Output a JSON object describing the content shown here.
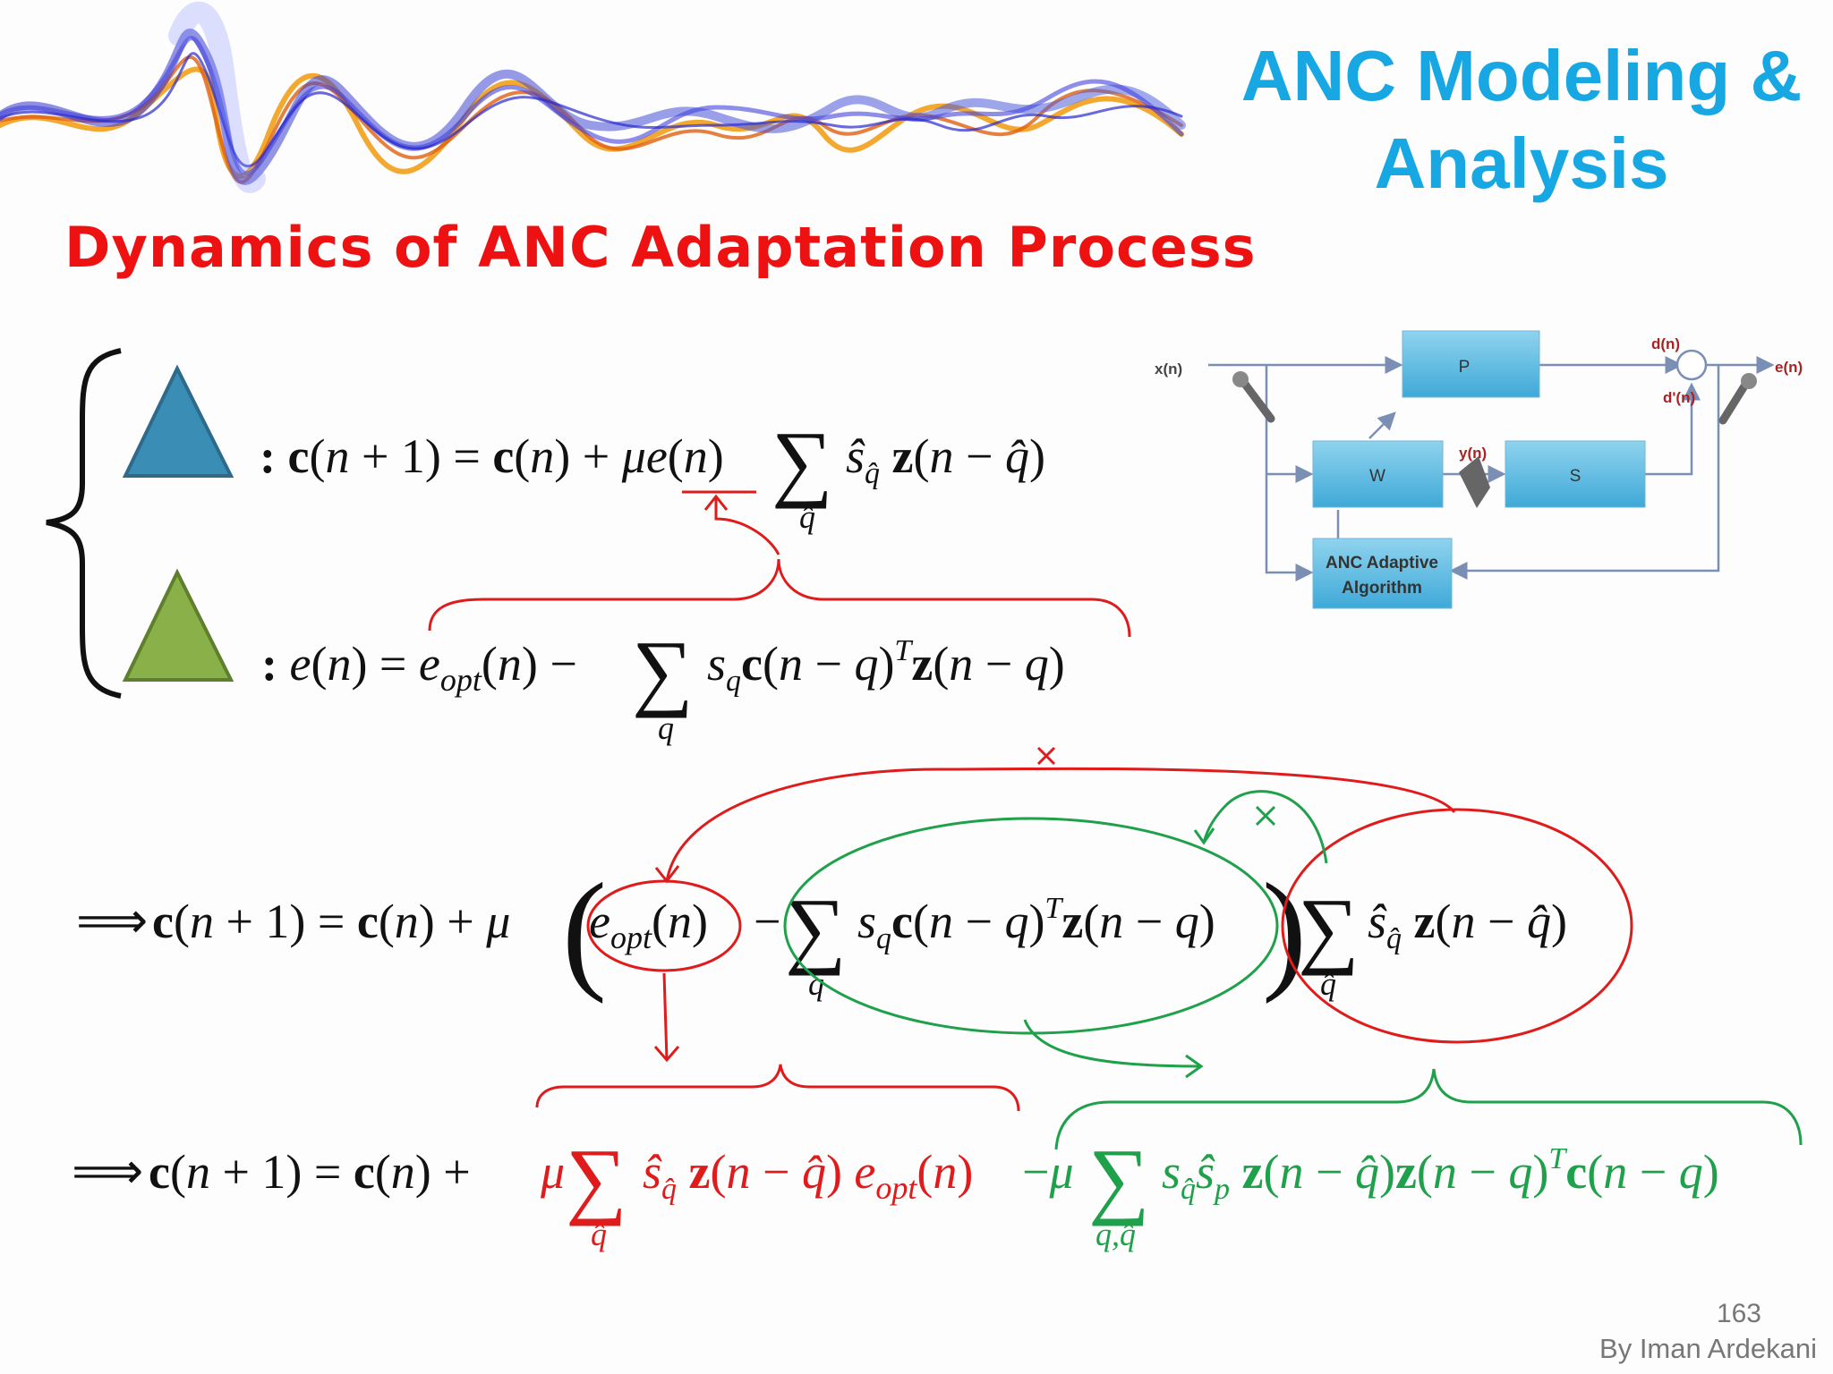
{
  "header": {
    "title_line1": "ANC Modeling &",
    "title_line2": "Analysis",
    "subtitle": "Dynamics of ANC Adaptation Process"
  },
  "legend": {
    "blue_triangle_color": "#3a8db5",
    "green_triangle_color": "#8ab04a"
  },
  "diagram": {
    "x_label": "x(n)",
    "p_label": "P",
    "d_label": "d(n)",
    "d_prime_label": "d'(n)",
    "e_label": "e(n)",
    "w_label": "W",
    "y_label": "y(n)",
    "s_label": "S",
    "algo_line1": "ANC Adaptive",
    "algo_line2": "Algorithm"
  },
  "annotation_colors": {
    "red": "#e01b1b",
    "green": "#1fa04a"
  },
  "footer": {
    "page_number": "163",
    "author": "By Iman Ardekani"
  }
}
